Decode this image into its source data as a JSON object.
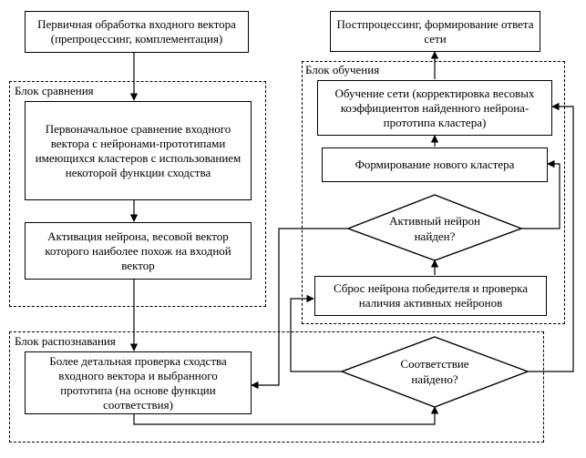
{
  "groups": {
    "compare": "Блок сравнения",
    "learning": "Блок обучения",
    "recognition": "Блок распознавания"
  },
  "boxes": {
    "preprocessing": "Первичная обработка входного вектора (препроцессинг, комплементация)",
    "postprocessing": "Постпроцессинг, формирование ответа сети",
    "initial_compare": "Первоначальное сравнение входного вектора с нейронами-прототипами имеющихся кластеров с использованием некоторой функции сходства",
    "activation": "Активация нейрона, весовой вектор которого наиболее похож на входной вектор",
    "training": "Обучение сети (корректировка весовых коэффициентов найденного нейрона-прототипа кластера)",
    "new_cluster": "Формирование нового кластера",
    "reset": "Сброс нейрона победителя и проверка наличия активных нейронов",
    "detailed_check": "Более детальная проверка сходства входного вектора и выбранного прототипа (на основе функции соответствия)"
  },
  "decisions": {
    "active_found": "Активный нейрон найден?",
    "match_found": "Соответствие найдено?"
  }
}
